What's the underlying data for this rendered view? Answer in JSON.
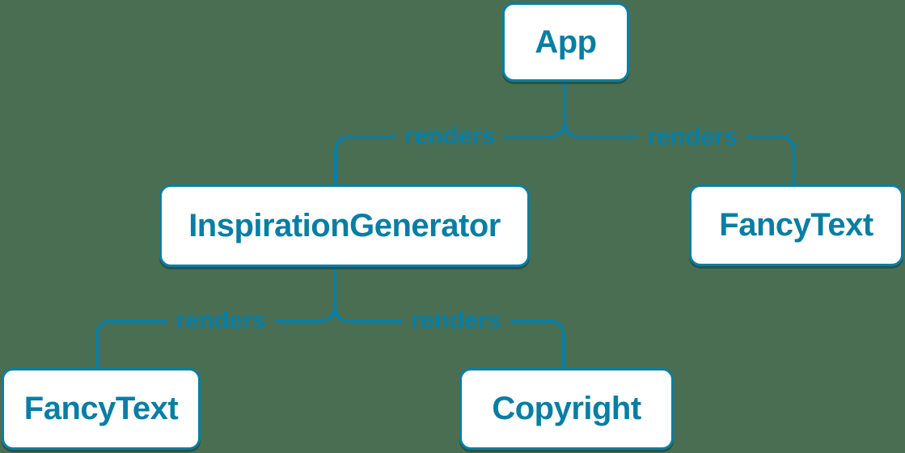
{
  "diagram": {
    "type": "component-render-tree",
    "colors": {
      "background": "#4a6e52",
      "accent": "#087ea4",
      "line": "#0a7ea4",
      "node_fill": "#ffffff"
    },
    "nodes": [
      {
        "id": "app",
        "label": "App"
      },
      {
        "id": "inspiration-generator",
        "label": "InspirationGenerator"
      },
      {
        "id": "fancy-text-top",
        "label": "FancyText"
      },
      {
        "id": "fancy-text-bottom",
        "label": "FancyText"
      },
      {
        "id": "copyright",
        "label": "Copyright"
      }
    ],
    "edges": [
      {
        "from": "App",
        "to": "InspirationGenerator",
        "label": "renders"
      },
      {
        "from": "App",
        "to": "FancyText",
        "label": "renders"
      },
      {
        "from": "InspirationGenerator",
        "to": "FancyText",
        "label": "renders"
      },
      {
        "from": "InspirationGenerator",
        "to": "Copyright",
        "label": "renders"
      }
    ]
  }
}
